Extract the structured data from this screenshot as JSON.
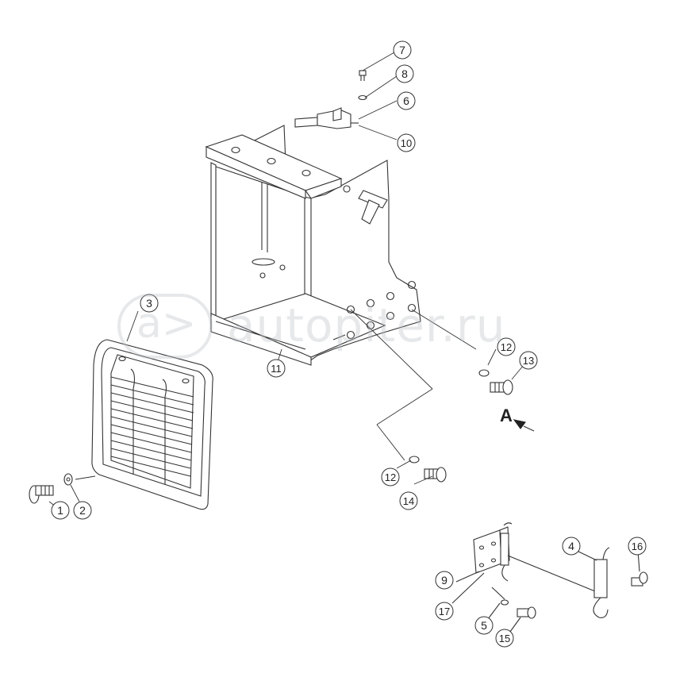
{
  "watermark": {
    "text": "autopiter.ru"
  },
  "view_label": "A",
  "callouts": [
    {
      "id": "1",
      "label": "1"
    },
    {
      "id": "2",
      "label": "2"
    },
    {
      "id": "3",
      "label": "3"
    },
    {
      "id": "4",
      "label": "4"
    },
    {
      "id": "5",
      "label": "5"
    },
    {
      "id": "6",
      "label": "6"
    },
    {
      "id": "7",
      "label": "7"
    },
    {
      "id": "8",
      "label": "8"
    },
    {
      "id": "9",
      "label": "9"
    },
    {
      "id": "10",
      "label": "10"
    },
    {
      "id": "11",
      "label": "11"
    },
    {
      "id": "12a",
      "label": "12"
    },
    {
      "id": "12b",
      "label": "12"
    },
    {
      "id": "13",
      "label": "13"
    },
    {
      "id": "14",
      "label": "14"
    },
    {
      "id": "15",
      "label": "15"
    },
    {
      "id": "16",
      "label": "16"
    },
    {
      "id": "17",
      "label": "17"
    }
  ]
}
